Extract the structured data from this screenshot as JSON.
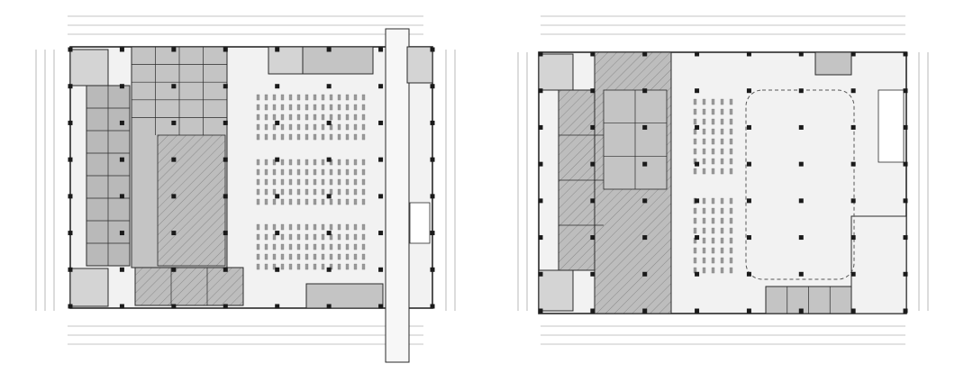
{
  "plans": [
    {
      "id": "plan-left",
      "grid": {
        "cols": 7,
        "rows": 7
      },
      "shelf_blocks": 3
    },
    {
      "id": "plan-right",
      "grid": {
        "cols": 7,
        "rows": 7
      },
      "shelf_blocks": 2
    }
  ],
  "colors": {
    "line": "#2a2a2a",
    "thin": "#8c8c8c",
    "room_fill": "#b9b9b9",
    "room_fill_light": "#d4d4d4",
    "hall_fill": "#f2f2f2",
    "background": "#ffffff"
  }
}
